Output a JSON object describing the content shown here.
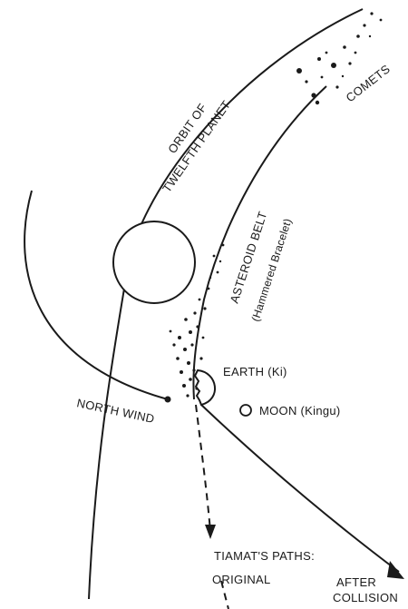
{
  "labels": {
    "orbit_line1": "ORBIT OF",
    "orbit_line2": "TWELFTH PLANET",
    "comets": "COMETS",
    "asteroid_belt": "ASTEROID BELT",
    "hammered_bracelet": "(Hammered Bracelet)",
    "earth": "EARTH (Ki)",
    "moon": "MOON (Kingu)",
    "north_wind": "NORTH WIND",
    "tiamat_paths": "TIAMAT'S PATHS:",
    "original": "ORIGINAL",
    "after": "AFTER",
    "collision": "COLLISION"
  },
  "colors": {
    "ink": "#1a1a1a",
    "background": "#ffffff"
  }
}
